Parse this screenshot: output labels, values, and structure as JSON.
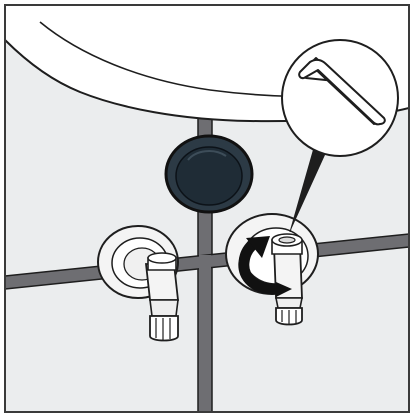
{
  "illustration": {
    "subject": "installation-step",
    "parts": [
      "sink-basin",
      "wall-tiles",
      "drain-cover",
      "angle-valve-left",
      "angle-valve-right",
      "rotate-arrow",
      "allen-key-callout"
    ]
  },
  "colors": {
    "tile": "#ebedee",
    "grout": "#6e6e72",
    "outline": "#1e1e1e",
    "basin": "#ffffff",
    "cap_outer": "#2c3a45",
    "cap_inner": "#1f2c36",
    "arrow": "#111111",
    "metal": "#f2f2f2",
    "border": "#3a3a3a"
  }
}
